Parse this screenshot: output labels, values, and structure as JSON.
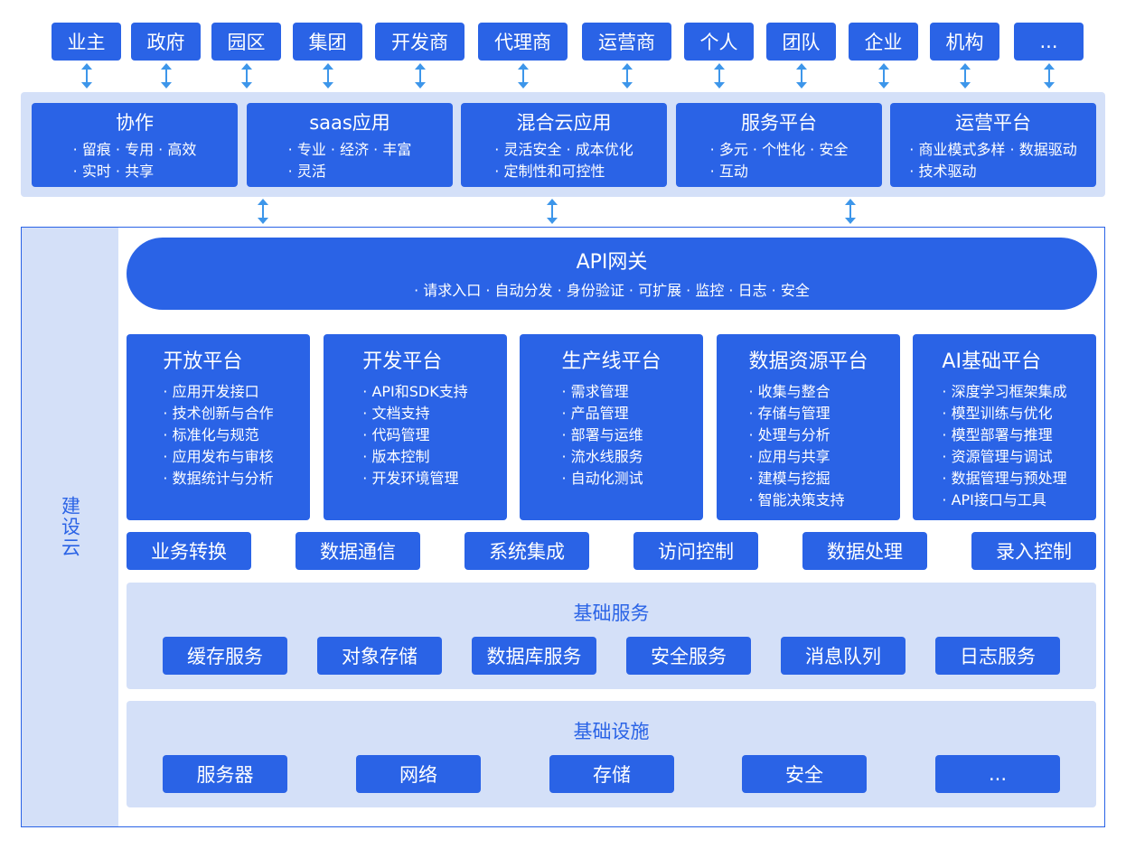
{
  "stakeholders": [
    "业主",
    "政府",
    "园区",
    "集团",
    "开发商",
    "代理商",
    "运营商",
    "个人",
    "团队",
    "企业",
    "机构",
    "..."
  ],
  "apps": [
    {
      "title": "协作",
      "lines": [
        "· 留痕 · 专用 · 高效",
        "· 实时 · 共享"
      ]
    },
    {
      "title": "saas应用",
      "lines": [
        "· 专业 · 经济 · 丰富",
        "· 灵活"
      ]
    },
    {
      "title": "混合云应用",
      "lines": [
        "· 灵活安全 · 成本优化",
        "· 定制性和可控性"
      ]
    },
    {
      "title": "服务平台",
      "lines": [
        "· 多元 · 个性化 · 安全",
        "· 互动"
      ]
    },
    {
      "title": "运营平台",
      "lines": [
        "· 商业模式多样 · 数据驱动",
        "· 技术驱动"
      ]
    }
  ],
  "sidebar_label": "建设云",
  "api_gateway": {
    "title": "API网关",
    "subtitle": "· 请求入口 · 自动分发 · 身份验证 · 可扩展 · 监控 · 日志 · 安全"
  },
  "platforms": [
    {
      "title": "开放平台",
      "items": [
        "· 应用开发接口",
        "· 技术创新与合作",
        "· 标准化与规范",
        "· 应用发布与审核",
        "· 数据统计与分析"
      ]
    },
    {
      "title": "开发平台",
      "items": [
        "· API和SDK支持",
        "· 文档支持",
        "· 代码管理",
        "· 版本控制",
        "· 开发环境管理"
      ]
    },
    {
      "title": "生产线平台",
      "items": [
        "· 需求管理",
        "· 产品管理",
        "· 部署与运维",
        "· 流水线服务",
        "· 自动化测试"
      ]
    },
    {
      "title": "数据资源平台",
      "items": [
        "· 收集与整合",
        "· 存储与管理",
        "· 处理与分析",
        "· 应用与共享",
        "· 建模与挖掘",
        "· 智能决策支持"
      ]
    },
    {
      "title": "AI基础平台",
      "items": [
        "· 深度学习框架集成",
        "· 模型训练与优化",
        "· 模型部署与推理",
        "· 资源管理与调试",
        "· 数据管理与预处理",
        "· API接口与工具"
      ]
    }
  ],
  "capabilities": [
    "业务转换",
    "数据通信",
    "系统集成",
    "访问控制",
    "数据处理",
    "录入控制"
  ],
  "base_services": {
    "title": "基础服务",
    "items": [
      "缓存服务",
      "对象存储",
      "数据库服务",
      "安全服务",
      "消息队列",
      "日志服务"
    ]
  },
  "infrastructure": {
    "title": "基础设施",
    "items": [
      "服务器",
      "网络",
      "存储",
      "安全",
      "..."
    ]
  },
  "colors": {
    "primary": "#2A63E6",
    "light": "#D4E0F8",
    "arrow": "#3D96EA"
  }
}
